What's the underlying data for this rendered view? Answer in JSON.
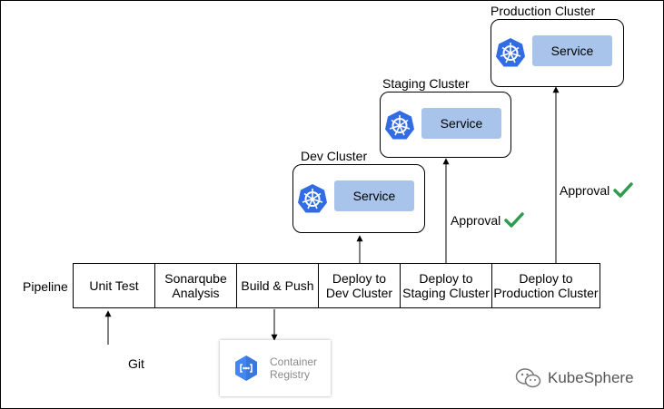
{
  "clusters": {
    "production": {
      "title": "Production Cluster",
      "service": "Service"
    },
    "staging": {
      "title": "Staging Cluster",
      "service": "Service"
    },
    "dev": {
      "title": "Dev Cluster",
      "service": "Service"
    }
  },
  "pipeline": {
    "label": "Pipeline",
    "stages": [
      "Unit Test",
      "Sonarqube\nAnalysis",
      "Build & Push",
      "Deploy to\nDev Cluster",
      "Deploy to\nStaging Cluster",
      "Deploy to\nProduction Cluster"
    ]
  },
  "approvals": {
    "staging": "Approval",
    "production": "Approval"
  },
  "git_label": "Git",
  "registry": {
    "name": "Container\nRegistry",
    "icon": "container-registry-icon"
  },
  "watermark": {
    "text": "KubeSphere",
    "icon": "wechat-icon"
  },
  "colors": {
    "service_fill": "#a9c4eb",
    "kubernetes_blue": "#326ce5",
    "check_green": "#2e9b4f",
    "registry_blue": "#4285f4"
  }
}
